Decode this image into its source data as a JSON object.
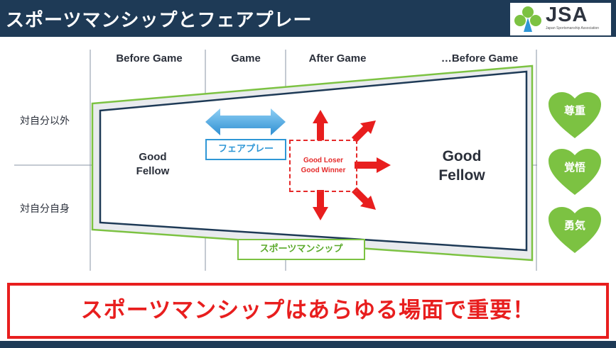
{
  "header": {
    "title": "スポーツマンシップとフェアプレー"
  },
  "logo": {
    "text": "JSA",
    "subtitle": "Japan Sportsmanship Association"
  },
  "columns": [
    "Before Game",
    "Game",
    "After Game",
    "…Before Game"
  ],
  "rows": [
    "対自分以外",
    "対自分自身"
  ],
  "diagram": {
    "left_label_line1": "Good",
    "left_label_line2": "Fellow",
    "right_label_line1": "Good",
    "right_label_line2": "Fellow",
    "fairplay": "フェアプレー",
    "loser_line1": "Good Loser",
    "loser_line2": "Good Winner",
    "sportsmanship": "スポーツマンシップ"
  },
  "hearts": [
    "尊重",
    "覚悟",
    "勇気"
  ],
  "banner": "スポーツマンシップはあらゆる場面で重要！",
  "colors": {
    "navy": "#1e3a56",
    "green": "#7cc242",
    "blue": "#2f97d6",
    "red": "#e81e1e",
    "heart": "#7cc242"
  }
}
